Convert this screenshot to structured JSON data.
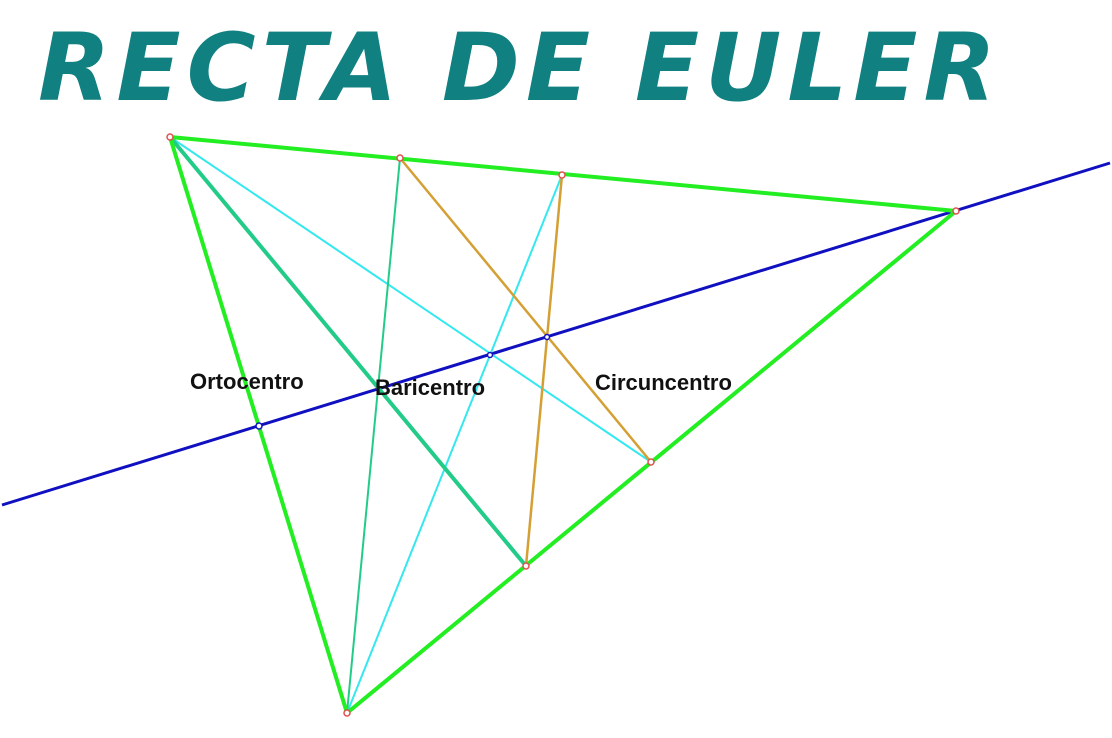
{
  "title": "RECTA DE EULER",
  "labels": {
    "orthocenter": "Ortocentro",
    "centroid": "Baricentro",
    "circumcenter": "Circuncentro"
  },
  "colors": {
    "title": "#118080",
    "triangle": "#22ee22",
    "euler_line": "#1010c0",
    "median": "#33e8ee",
    "altitude": "#22cc88",
    "bisector": "#d4a034",
    "vertex": "#e05050",
    "text": "#111111"
  }
}
